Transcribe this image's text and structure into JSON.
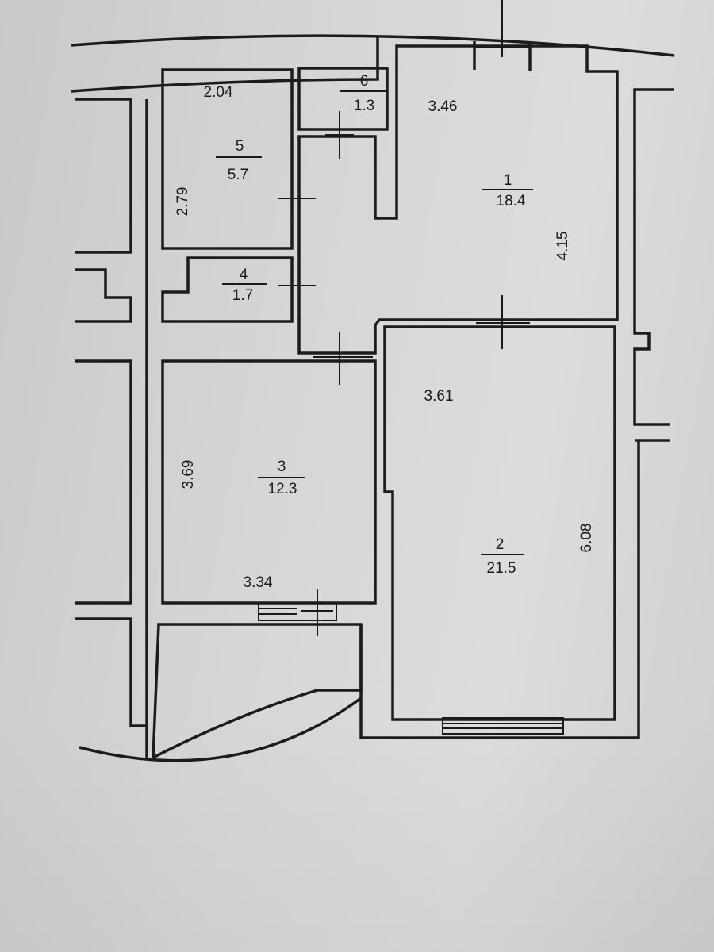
{
  "plan": {
    "rooms": [
      {
        "number": "1",
        "area": "18.4",
        "width": "3.46",
        "length": "4.15"
      },
      {
        "number": "2",
        "area": "21.5",
        "width": "3.61",
        "length": "6.08"
      },
      {
        "number": "3",
        "area": "12.3",
        "width": "3.34",
        "length": "3.69"
      },
      {
        "number": "4",
        "area": "1.7"
      },
      {
        "number": "5",
        "area": "5.7",
        "width": "2.04",
        "length": "2.79"
      },
      {
        "number": "6",
        "area": "1.3"
      }
    ]
  }
}
